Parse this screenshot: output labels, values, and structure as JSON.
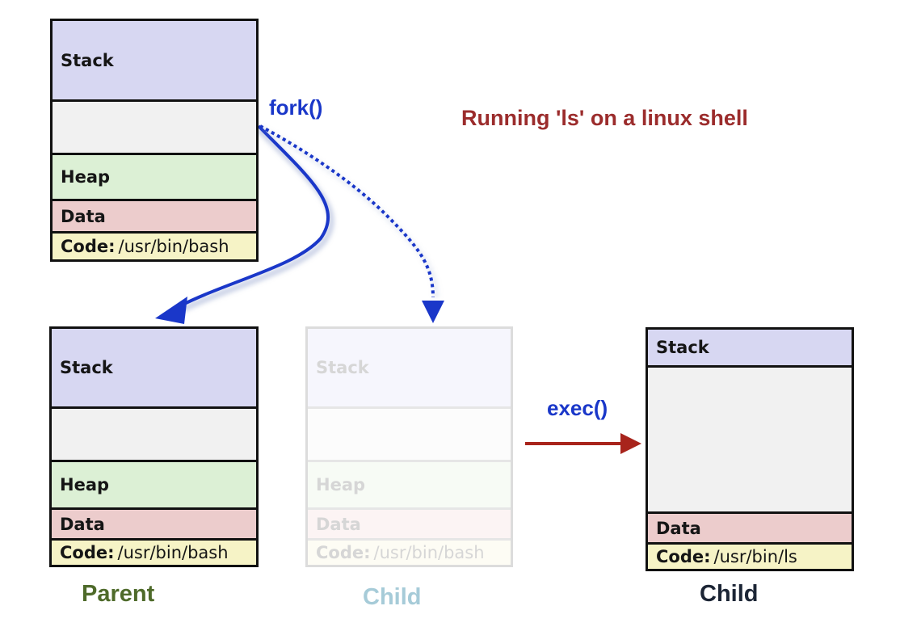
{
  "title": "Running 'ls' on a linux shell",
  "colors": {
    "title": "#9b2c2c",
    "call_label": "#1a37c9",
    "parent_caption": "#4e6a2a",
    "faded_child_caption": "#a6cbd8",
    "child_caption": "#1c2535",
    "fork_arrow": "#1a37c9",
    "exec_arrow": "#a8241c"
  },
  "calls": {
    "fork": "fork()",
    "exec": "exec()"
  },
  "original": {
    "stack": "Stack",
    "heap": "Heap",
    "data": "Data",
    "code_label": "Code:",
    "code_path": "/usr/bin/bash"
  },
  "parent": {
    "stack": "Stack",
    "heap": "Heap",
    "data": "Data",
    "code_label": "Code:",
    "code_path": "/usr/bin/bash",
    "caption": "Parent"
  },
  "forked_child": {
    "stack": "Stack",
    "heap": "Heap",
    "data": "Data",
    "code_label": "Code:",
    "code_path": "/usr/bin/bash",
    "caption": "Child"
  },
  "exec_child": {
    "stack": "Stack",
    "data": "Data",
    "code_label": "Code:",
    "code_path": "/usr/bin/ls",
    "caption": "Child"
  }
}
